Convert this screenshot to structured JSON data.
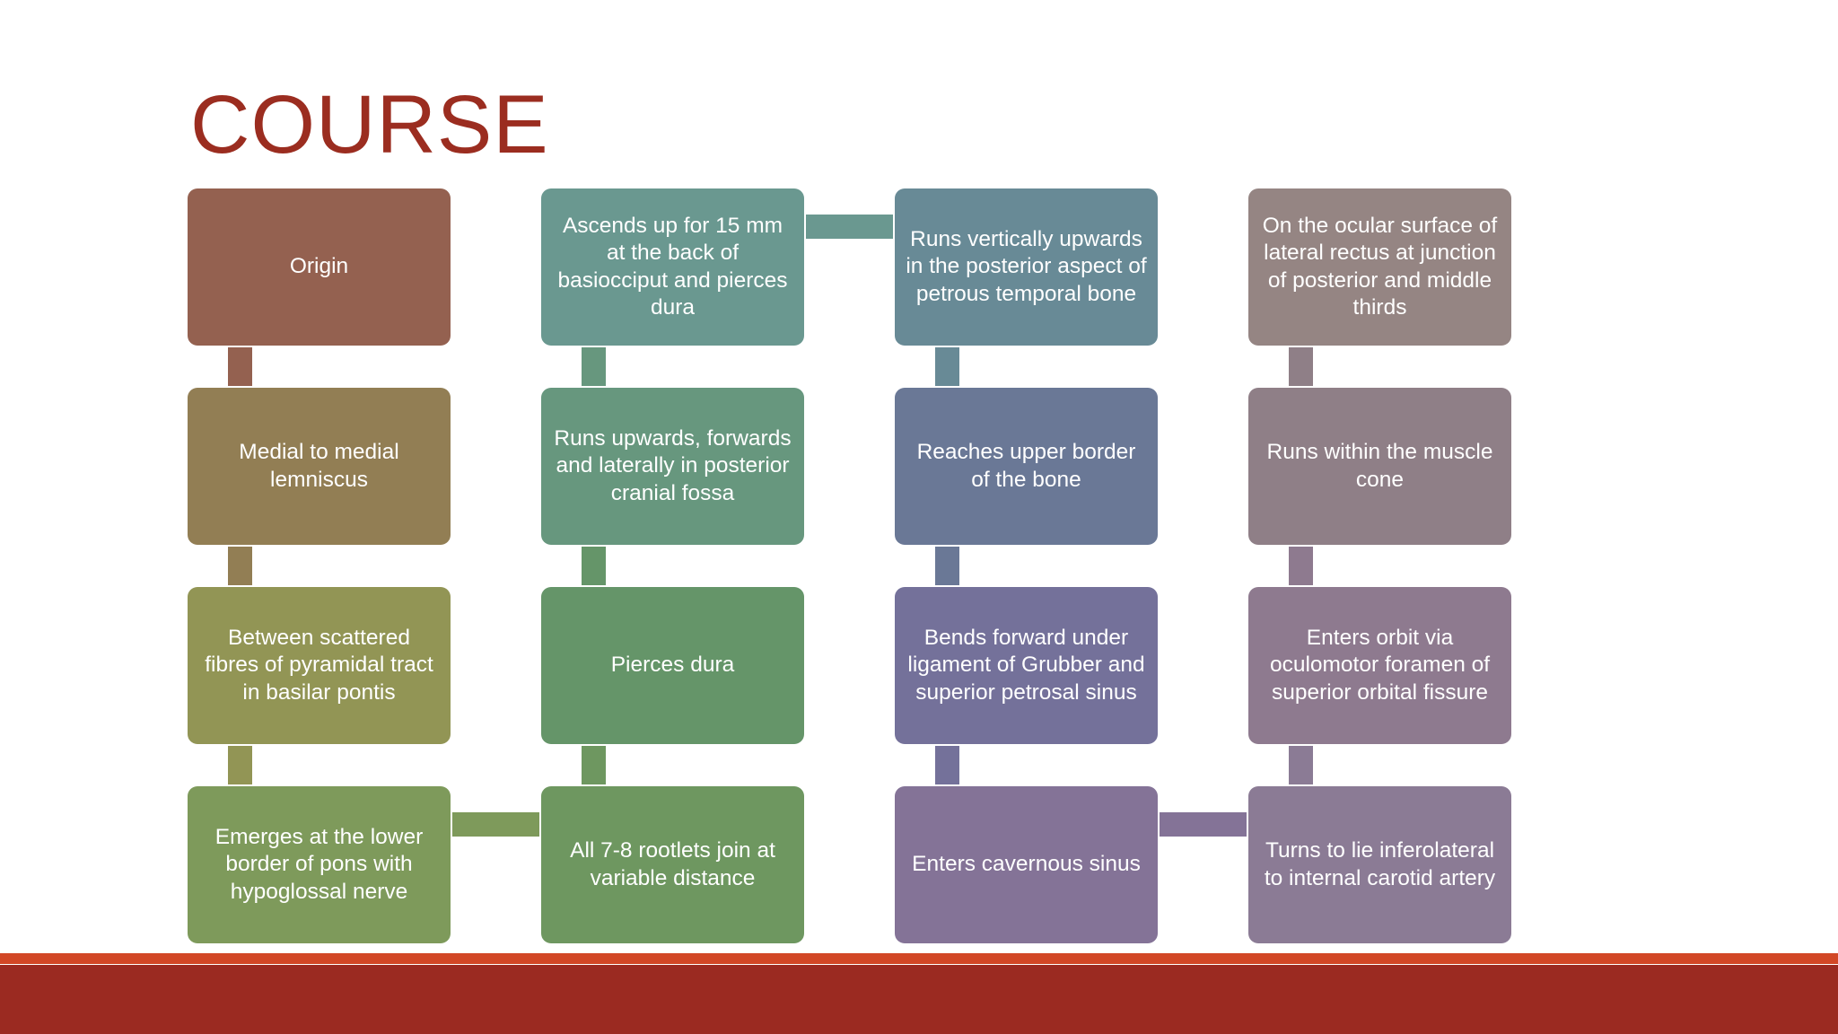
{
  "title": "COURSE",
  "columns": [
    {
      "steps": [
        {
          "label": "Origin",
          "color": "#946150"
        },
        {
          "label": "Medial to medial lemniscus",
          "color": "#927e54"
        },
        {
          "label": "Between scattered fibres of pyramidal tract in basilar pontis",
          "color": "#929555"
        },
        {
          "label": "Emerges at the lower border of pons with hypoglossal nerve",
          "color": "#7e9a5b"
        }
      ]
    },
    {
      "steps": [
        {
          "label": "Ascends up for 15 mm at the back of basiocciput and pierces dura",
          "color": "#6a9890"
        },
        {
          "label": "Runs upwards, forwards and laterally in posterior cranial fossa",
          "color": "#67977e"
        },
        {
          "label": "Pierces dura",
          "color": "#659569"
        },
        {
          "label": "All 7-8 rootlets join at variable distance",
          "color": "#6e9760"
        }
      ]
    },
    {
      "steps": [
        {
          "label": "Runs vertically upwards in the posterior aspect of petrous temporal bone",
          "color": "#688a96"
        },
        {
          "label": "Reaches upper border of the bone",
          "color": "#6a7896"
        },
        {
          "label": "Bends forward under ligament of Grubber and superior petrosal sinus",
          "color": "#74719a"
        },
        {
          "label": "Enters cavernous sinus",
          "color": "#847397"
        }
      ]
    },
    {
      "steps": [
        {
          "label": "On the ocular surface of lateral rectus at junction of posterior and middle thirds",
          "color": "#958583"
        },
        {
          "label": "Runs within the muscle cone",
          "color": "#8f7f87"
        },
        {
          "label": "Enters orbit via oculomotor foramen of superior orbital fissure",
          "color": "#8e7a8f"
        },
        {
          "label": "Turns to lie inferolateral to internal carotid artery",
          "color": "#8b7b95"
        }
      ]
    }
  ],
  "links": [
    {
      "from": [
        0,
        0
      ],
      "to": [
        0,
        1
      ],
      "color": "#946150"
    },
    {
      "from": [
        0,
        1
      ],
      "to": [
        0,
        2
      ],
      "color": "#927e54"
    },
    {
      "from": [
        0,
        2
      ],
      "to": [
        0,
        3
      ],
      "color": "#929555"
    },
    {
      "from": [
        0,
        3
      ],
      "to": [
        1,
        3
      ],
      "color": "#7e9a5b"
    },
    {
      "from": [
        1,
        3
      ],
      "to": [
        1,
        2
      ],
      "color": "#6e9760"
    },
    {
      "from": [
        1,
        2
      ],
      "to": [
        1,
        1
      ],
      "color": "#659569"
    },
    {
      "from": [
        1,
        1
      ],
      "to": [
        1,
        0
      ],
      "color": "#67977e"
    },
    {
      "from": [
        1,
        0
      ],
      "to": [
        2,
        0
      ],
      "color": "#6a9890"
    },
    {
      "from": [
        2,
        0
      ],
      "to": [
        2,
        1
      ],
      "color": "#688a96"
    },
    {
      "from": [
        2,
        1
      ],
      "to": [
        2,
        2
      ],
      "color": "#6a7896"
    },
    {
      "from": [
        2,
        2
      ],
      "to": [
        2,
        3
      ],
      "color": "#74719a"
    },
    {
      "from": [
        2,
        3
      ],
      "to": [
        3,
        3
      ],
      "color": "#847397"
    },
    {
      "from": [
        3,
        3
      ],
      "to": [
        3,
        2
      ],
      "color": "#8b7b95"
    },
    {
      "from": [
        3,
        2
      ],
      "to": [
        3,
        1
      ],
      "color": "#8e7a8f"
    },
    {
      "from": [
        3,
        1
      ],
      "to": [
        3,
        0
      ],
      "color": "#8f7f87"
    }
  ],
  "footer_colors": {
    "accent_line": "#d24726",
    "bar": "#9b2a21"
  }
}
